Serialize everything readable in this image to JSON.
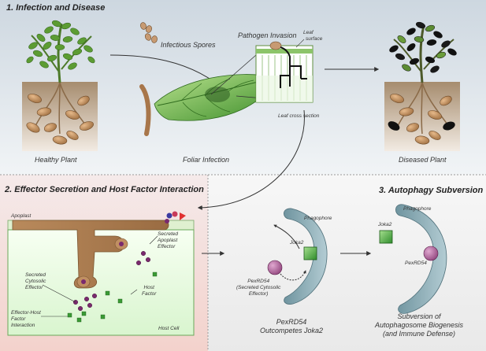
{
  "panel1": {
    "heading": "1. Infection and Disease",
    "healthy_plant": "Healthy Plant",
    "infectious_spores": "Infectious Spores",
    "pathogen_invasion": "Pathogen Invasion",
    "leaf_surface_line1": "Leaf",
    "leaf_surface_line2": "surface",
    "leaf_cross_section": "Leaf cross section",
    "foliar_infection": "Foliar Infection",
    "diseased_plant": "Diseased Plant"
  },
  "panel2": {
    "heading": "2. Effector Secretion and Host Factor Interaction",
    "apoplast": "Apoplast",
    "secreted_apoplast_effector": [
      "Secreted",
      "Apoplast",
      "Effector"
    ],
    "secreted_cytosolic_effector": [
      "Secreted",
      "Cytosolic",
      "Effector"
    ],
    "host_factor": [
      "Host",
      "Factor"
    ],
    "effector_host_interaction": [
      "Effector-Host",
      "Factor",
      "Interaction"
    ],
    "host_cell": "Host Cell"
  },
  "panel3": {
    "heading": "3. Autophagy Subversion",
    "phagophore_a": "Phagophore",
    "joka2_a": "Joka2",
    "pexrd54_a": [
      "PexRD54",
      "(Secreted Cytosolic",
      "Effector)"
    ],
    "caption_a": [
      "PexRD54",
      "Outcompetes Joka2"
    ],
    "phagophore_b": "Phagophore",
    "joka2_b": "Joka2",
    "pexrd54_b": "PexRD54",
    "caption_b": [
      "Subversion of",
      "Autophagosome Biogenesis",
      "(and Immune Defense)"
    ]
  },
  "colors": {
    "panel_top_bg": "#dfe6ec",
    "panel_left_bg": "#f6e6e4",
    "panel_right_bg": "#f3f3f3",
    "effector_purple": "#7a2a6e",
    "host_factor_green": "#3a9a35",
    "hypha_brown": "#a8764a",
    "phagophore_blue": "#8fb0ba",
    "pexrd54_purple": "#a2578f",
    "joka2_green": "#4fae4a"
  }
}
